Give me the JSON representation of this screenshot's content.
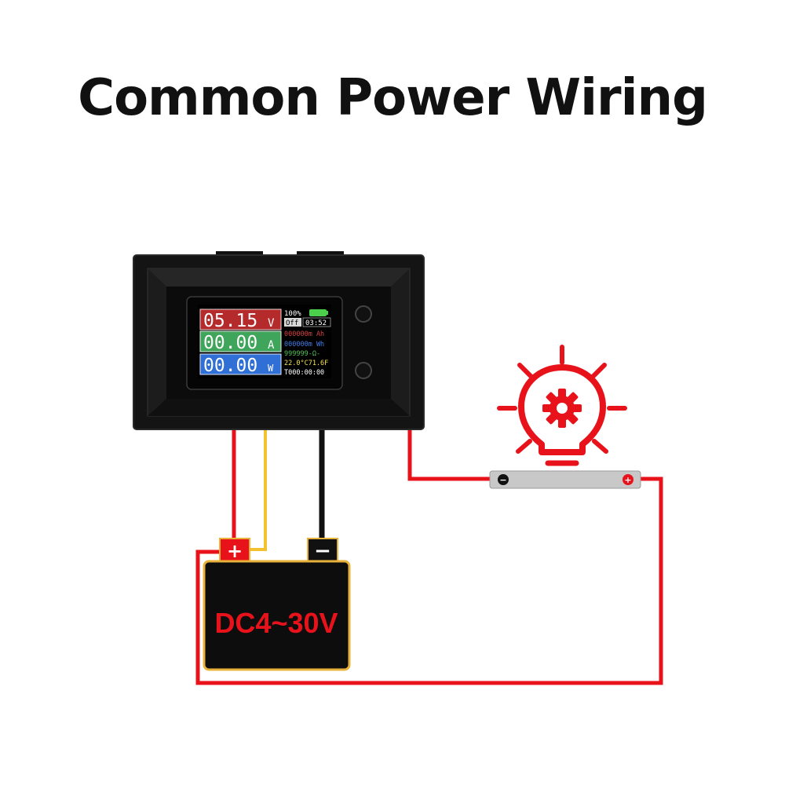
{
  "title": "Common Power Wiring",
  "meter": {
    "voltage": "05.15",
    "voltage_unit": "V",
    "current": "00.00",
    "current_unit": "A",
    "power": "00.00",
    "power_unit": "W",
    "battery_percent": "100%",
    "output_state": "Off",
    "clock": "03:52",
    "capacity": "000000m Ah",
    "energy": "000000m Wh",
    "resistance": "999999-Ω-",
    "temperature": "22.0°C71.6F",
    "timer": "T000:00:00"
  },
  "battery": {
    "label": "DC4~30V",
    "positive_symbol": "+",
    "negative_symbol": "−"
  },
  "load": {
    "icon": "light-bulb-gear-icon",
    "negative_symbol": "−",
    "positive_symbol": "+"
  },
  "colors": {
    "wire_red": "#e8121b",
    "wire_yellow": "#f2c230",
    "wire_black": "#111111",
    "voltage_bg": "#b52a2a",
    "current_bg": "#3fa55a",
    "power_bg": "#2f6fd6"
  }
}
